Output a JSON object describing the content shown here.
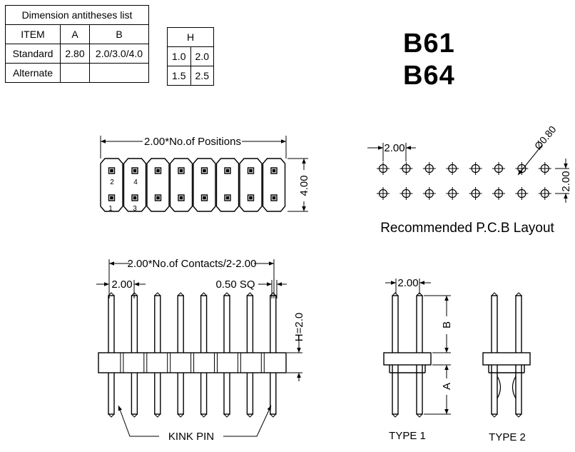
{
  "table_main": {
    "title": "Dimension antitheses list",
    "headers": [
      "ITEM",
      "A",
      "B"
    ],
    "rows": [
      [
        "Standard",
        "2.80",
        "2.0/3.0/4.0"
      ],
      [
        "Alternate",
        "",
        ""
      ]
    ]
  },
  "table_h": {
    "header": "H",
    "rows": [
      [
        "1.0",
        "2.0"
      ],
      [
        "1.5",
        "2.5"
      ]
    ]
  },
  "titles": [
    "B61",
    "B64"
  ],
  "top_view": {
    "width_label": "2.00*No.of Positions",
    "height_label": "4.00",
    "pin_numbers": [
      "2",
      "4",
      "1",
      "3"
    ]
  },
  "pcb_layout": {
    "pitch_label": "2.00",
    "hole_label": "Ø0.80",
    "row_pitch_label": "2.00",
    "caption": "Recommended P.C.B Layout"
  },
  "front_view": {
    "length_label": "2.00*No.of Contacts/2-2.00",
    "pitch_label": "2.00",
    "pin_size_label": "0.50 SQ",
    "height_label": "H=2.0",
    "kink_label": "KINK PIN"
  },
  "type1": {
    "pitch_label": "2.00",
    "b_label": "B",
    "a_label": "A",
    "caption": "TYPE 1"
  },
  "type2": {
    "caption": "TYPE 2"
  }
}
